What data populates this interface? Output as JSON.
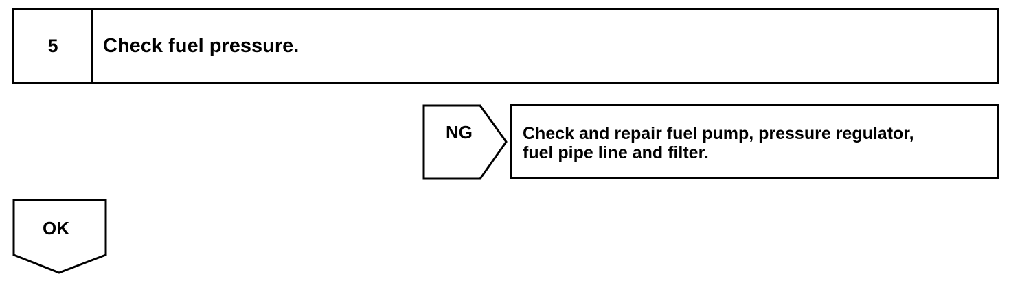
{
  "step": {
    "number": "5",
    "title": "Check fuel pressure."
  },
  "ng_branch": {
    "label": "NG",
    "action_lines": [
      "Check and repair fuel pump, pressure regulator,",
      "fuel pipe line and filter."
    ]
  },
  "ok_branch": {
    "label": "OK"
  }
}
